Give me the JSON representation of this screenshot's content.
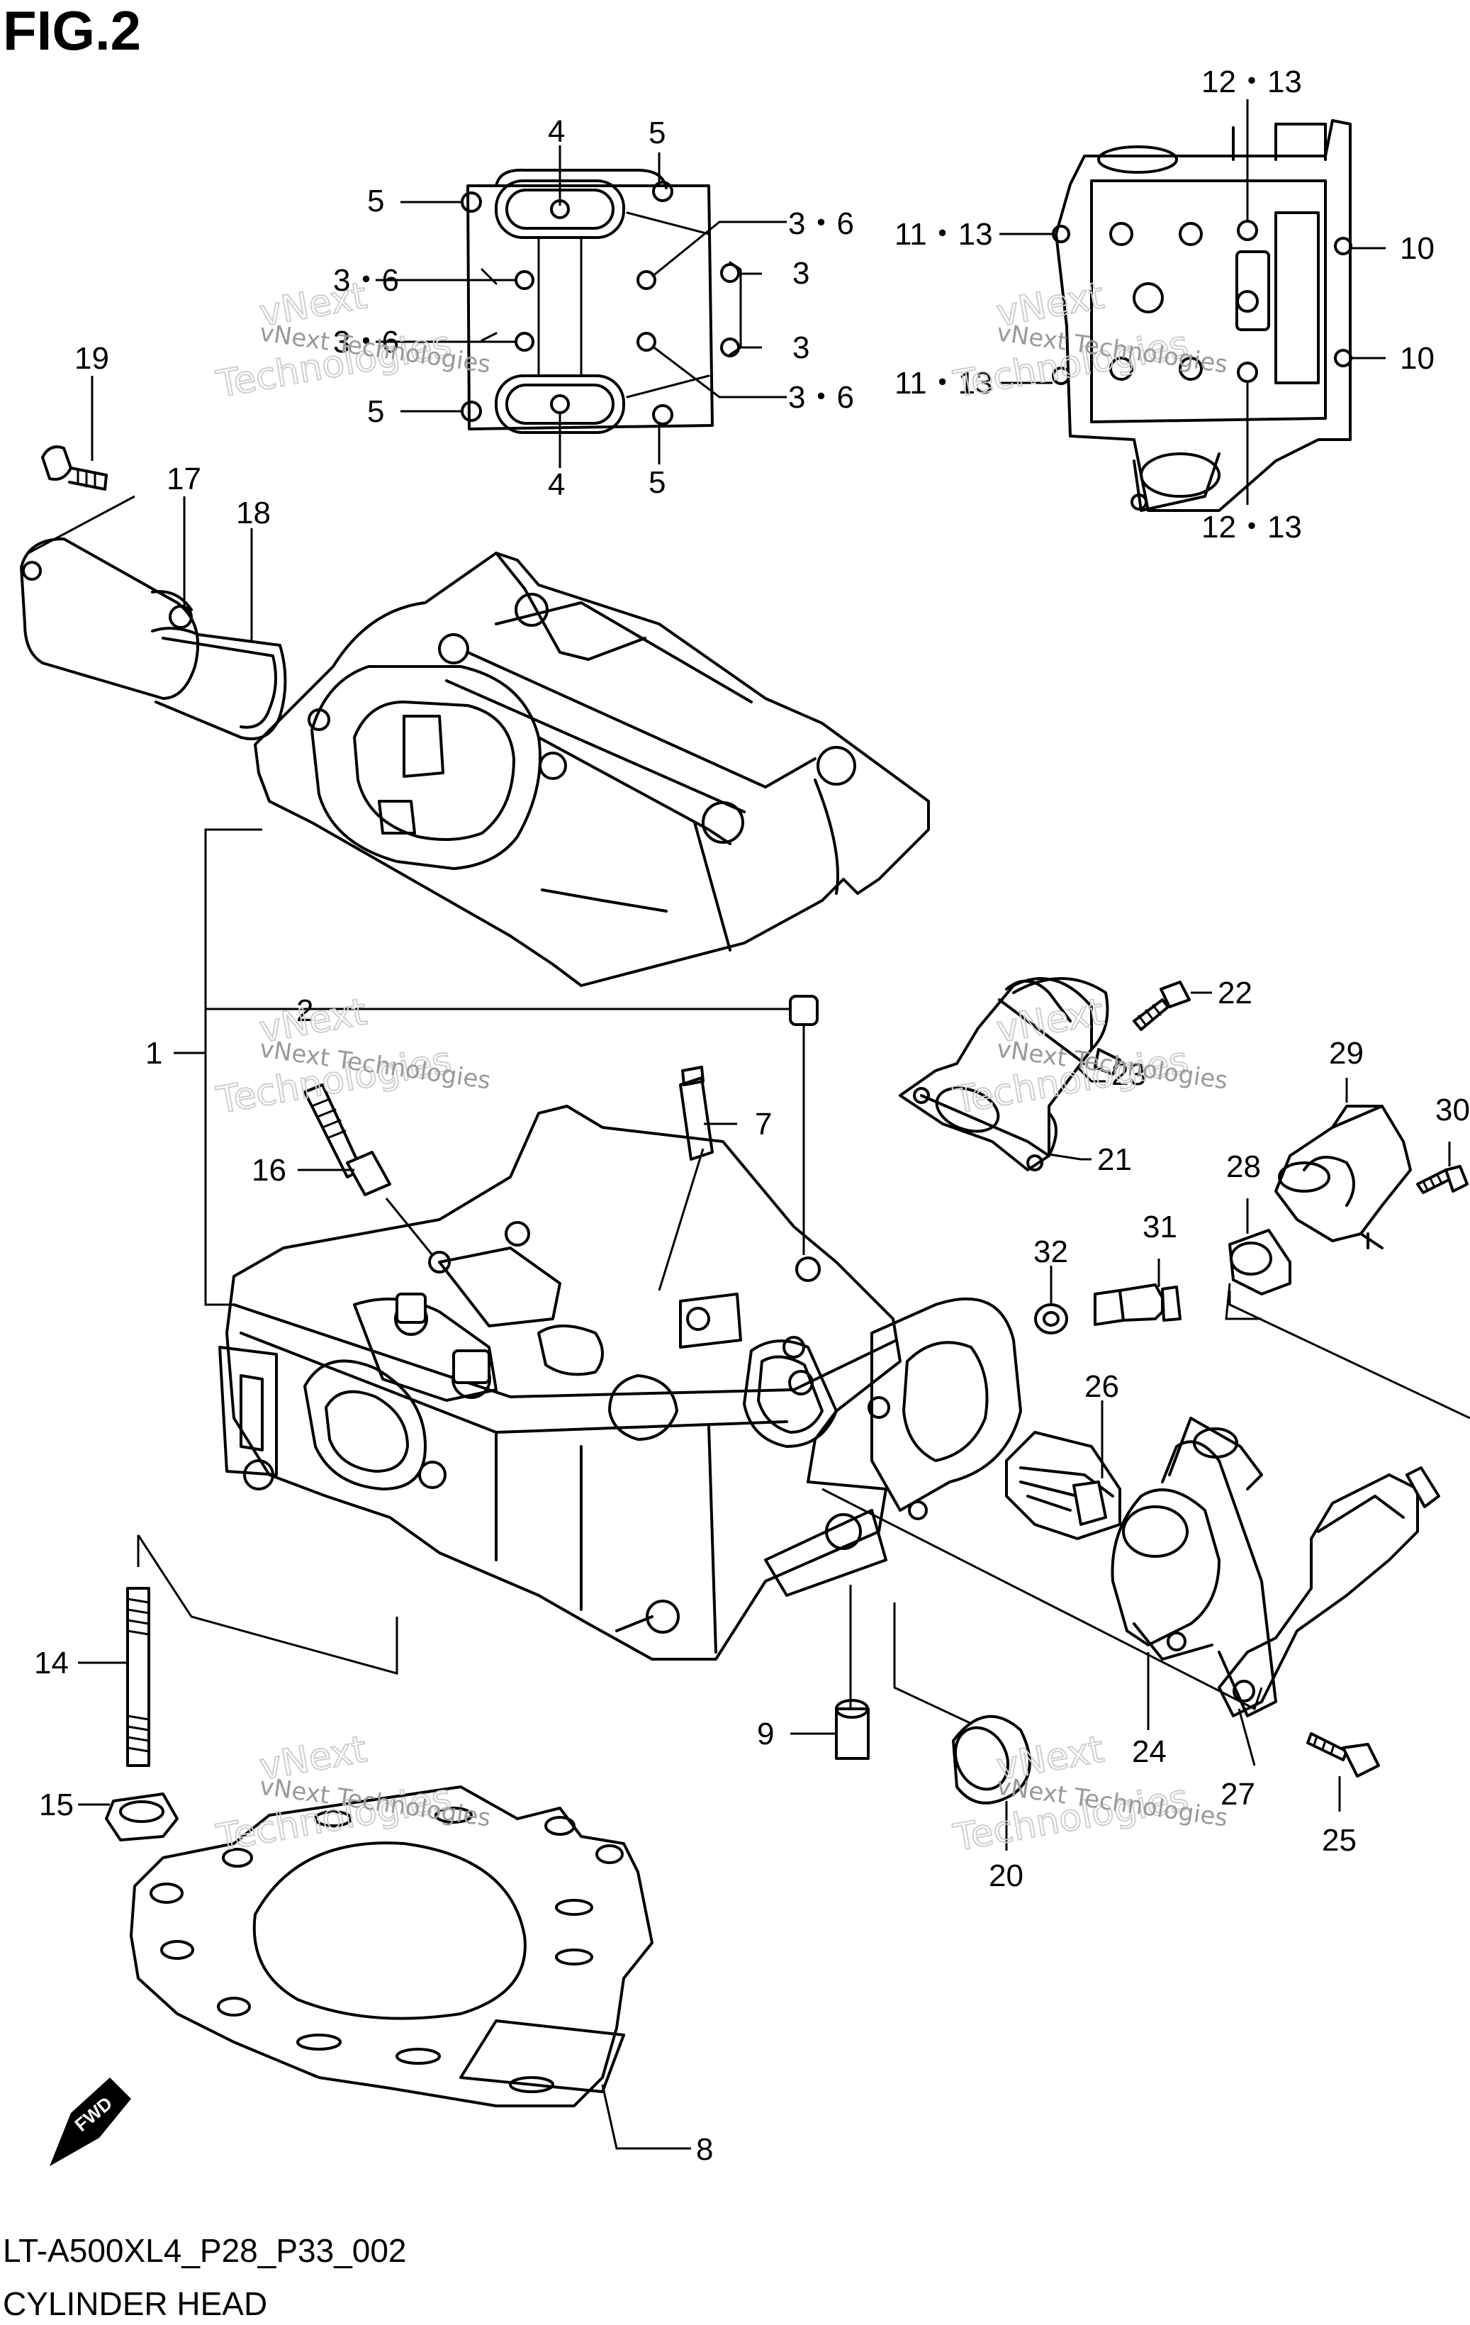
{
  "figure_title": "FIG.2",
  "footer": {
    "code": "LT-A500XL4_P28_P33_002",
    "name": "CYLINDER HEAD"
  },
  "fwd_badge": "FWD",
  "watermark": {
    "line": "vNext Technologies",
    "a": "vNext",
    "b": "Technologies"
  },
  "labels": {
    "l1": "1",
    "l2": "2",
    "l3a": "3",
    "l3b": "3",
    "l36a": "3・6",
    "l36b": "3・6",
    "l36c": "3・6",
    "l36d": "3・6",
    "l4a": "4",
    "l4b": "4",
    "l5a": "5",
    "l5b": "5",
    "l5c": "5",
    "l5d": "5",
    "l7": "7",
    "l8": "8",
    "l9": "9",
    "l10a": "10",
    "l10b": "10",
    "l1113a": "11・13",
    "l1113b": "11・13",
    "l1213a": "12・13",
    "l1213b": "12・13",
    "l14": "14",
    "l15": "15",
    "l16": "16",
    "l17": "17",
    "l18": "18",
    "l19": "19",
    "l20": "20",
    "l21": "21",
    "l22": "22",
    "l23": "23",
    "l24": "24",
    "l25": "25",
    "l26": "26",
    "l27": "27",
    "l28": "28",
    "l29": "29",
    "l30": "30",
    "l31": "31",
    "l32": "32"
  }
}
